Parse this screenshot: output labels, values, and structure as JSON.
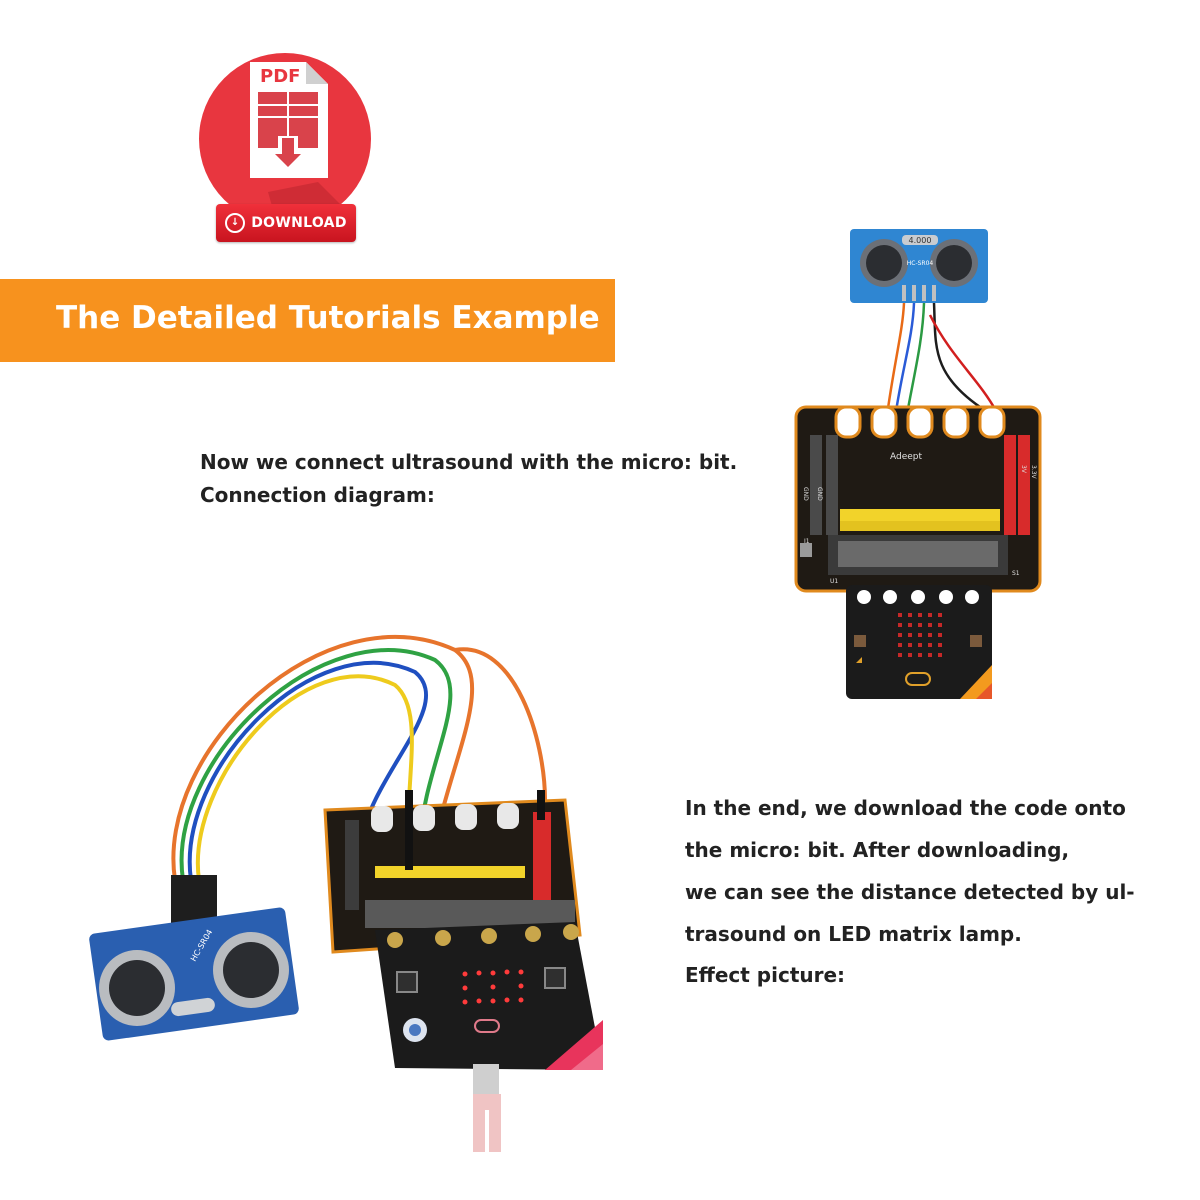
{
  "pdf_badge": {
    "label": "PDF",
    "download_label": "DOWNLOAD",
    "icon": "pdf-download-icon",
    "color": "#e8363f"
  },
  "banner": {
    "title": "The Detailed Tutorials Example",
    "color": "#f7921e"
  },
  "intro": {
    "line1": "Now we connect ultrasound with the micro: bit.",
    "line2": "Connection diagram:"
  },
  "ending": {
    "line1": "In the end, we download the code onto",
    "line2": "the micro: bit. After downloading,",
    "line3": "we can see the distance detected by ul-",
    "line4": "trasound on LED matrix lamp.",
    "line5": "Effect picture:"
  },
  "diagram": {
    "sensor_model": "HC-SR04",
    "sensor_crystal": "4.000",
    "brand": "Adeept",
    "labels": [
      "GND",
      "3V",
      "GND",
      "3.3V",
      "J1",
      "U1",
      "S1"
    ]
  },
  "photo": {
    "sensor_model": "HC-SR04"
  }
}
